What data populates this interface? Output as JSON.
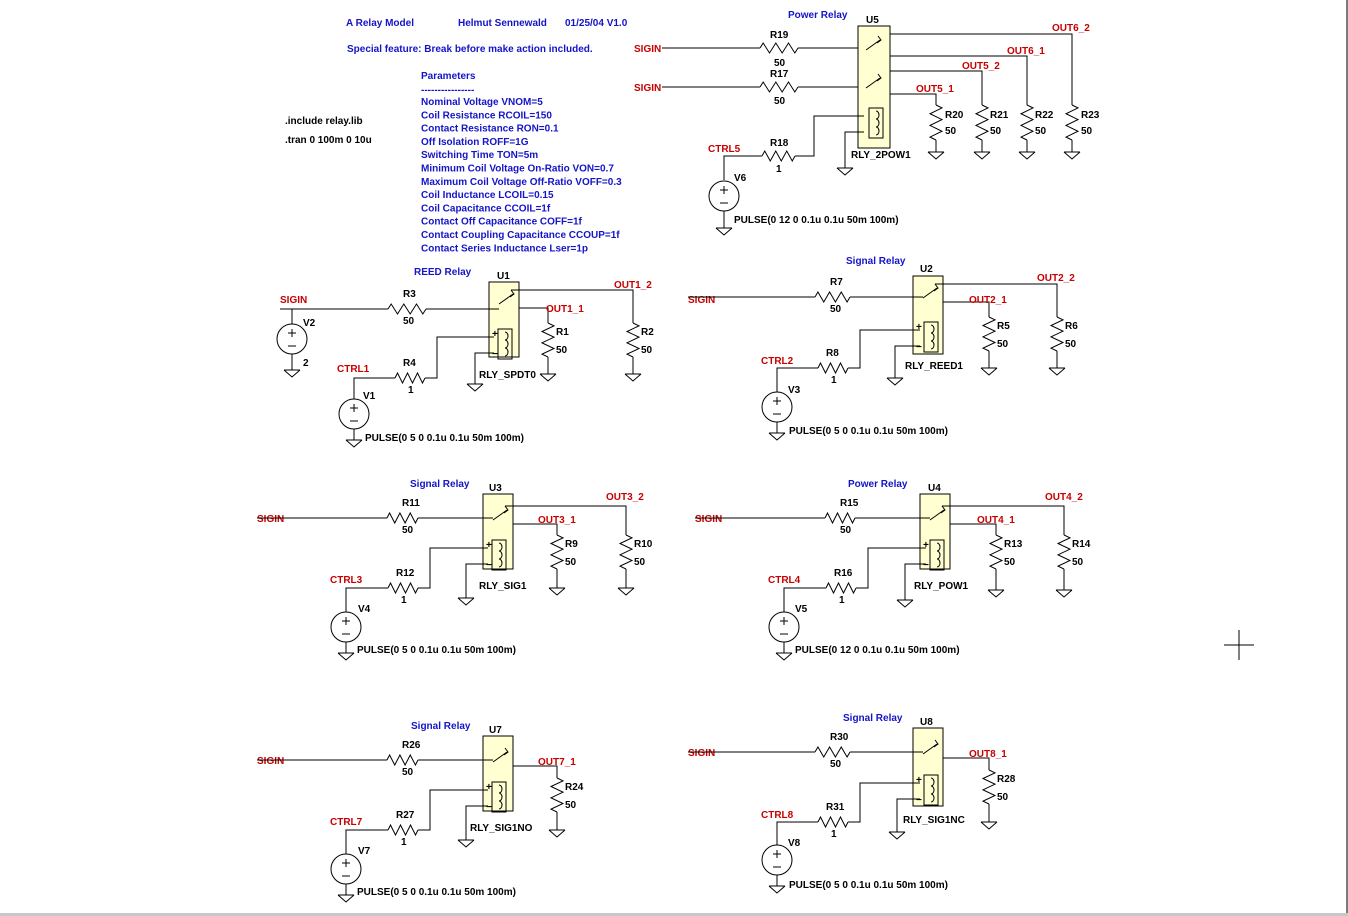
{
  "header": {
    "title": "A Relay Model",
    "author": "Helmut Sennewald",
    "date_version": "01/25/04  V1.0",
    "feature": "Special feature: Break before make action included."
  },
  "directives": [
    ".include relay.lib",
    ".tran 0 100m 0 10u"
  ],
  "parameters": {
    "heading": "Parameters",
    "rule": "----------------",
    "lines": [
      "Nominal Voltage  VNOM=5",
      "Coil Resistance   RCOIL=150",
      "Contact Resistance  RON=0.1",
      "Off Isolation  ROFF=1G",
      " Switching Time  TON=5m",
      "Minimum Coil Voltage On-Ratio  VON=0.7",
      "Maximum Coil Voltage Off-Ratio  VOFF=0.3",
      "Coil Inductance  LCOIL=0.15",
      "Coil Capacitance CCOIL=1f",
      "Contact Off Capacitance  COFF=1f",
      "Contact Coupling Capacitance  CCOUP=1f",
      "Contact Series Inductance  Lser=1p"
    ]
  },
  "circuits": [
    {
      "title": "REED Relay",
      "ref": "U1",
      "model": "RLY_SPDT0",
      "sig_label": "SIGIN",
      "ctrl_label": "CTRL1",
      "rs_ref": "R3",
      "rs_val": "50",
      "rc_ref": "R4",
      "rc_val": "1",
      "v_ref": "V1",
      "v_val": "PULSE(0 5 0 0.1u 0.1u 50m 100m)",
      "out1": "OUT1_1",
      "out2": "OUT1_2",
      "ra_ref": "R1",
      "ra_val": "50",
      "rb_ref": "R2",
      "rb_val": "50",
      "sig_src_ref": "V2",
      "sig_src_val": "2"
    },
    {
      "title": "Signal Relay",
      "ref": "U2",
      "model": "RLY_REED1",
      "sig_label": "SIGIN",
      "ctrl_label": "CTRL2",
      "rs_ref": "R7",
      "rs_val": "50",
      "rc_ref": "R8",
      "rc_val": "1",
      "v_ref": "V3",
      "v_val": "PULSE(0 5 0 0.1u 0.1u 50m 100m)",
      "out1": "OUT2_1",
      "out2": "OUT2_2",
      "ra_ref": "R5",
      "ra_val": "50",
      "rb_ref": "R6",
      "rb_val": "50"
    },
    {
      "title": "Signal Relay",
      "ref": "U3",
      "model": "RLY_SIG1",
      "sig_label": "SIGIN",
      "ctrl_label": "CTRL3",
      "rs_ref": "R11",
      "rs_val": "50",
      "rc_ref": "R12",
      "rc_val": "1",
      "v_ref": "V4",
      "v_val": "PULSE(0 5 0 0.1u 0.1u 50m 100m)",
      "out1": "OUT3_1",
      "out2": "OUT3_2",
      "ra_ref": "R9",
      "ra_val": "50",
      "rb_ref": "R10",
      "rb_val": "50"
    },
    {
      "title": "Power Relay",
      "ref": "U4",
      "model": "RLY_POW1",
      "sig_label": "SIGIN",
      "ctrl_label": "CTRL4",
      "rs_ref": "R15",
      "rs_val": "50",
      "rc_ref": "R16",
      "rc_val": "1",
      "v_ref": "V5",
      "v_val": "PULSE(0 12 0 0.1u 0.1u 50m 100m)",
      "out1": "OUT4_1",
      "out2": "OUT4_2",
      "ra_ref": "R13",
      "ra_val": "50",
      "rb_ref": "R14",
      "rb_val": "50"
    },
    {
      "title": "Signal Relay",
      "ref": "U7",
      "model": "RLY_SIG1NO",
      "sig_label": "SIGIN",
      "ctrl_label": "CTRL7",
      "rs_ref": "R26",
      "rs_val": "50",
      "rc_ref": "R27",
      "rc_val": "1",
      "v_ref": "V7",
      "v_val": "PULSE(0 5 0 0.1u 0.1u 50m 100m)",
      "out1": "OUT7_1",
      "ra_ref": "R24",
      "ra_val": "50"
    },
    {
      "title": "Signal Relay",
      "ref": "U8",
      "model": "RLY_SIG1NC",
      "sig_label": "SIGIN",
      "ctrl_label": "CTRL8",
      "rs_ref": "R30",
      "rs_val": "50",
      "rc_ref": "R31",
      "rc_val": "1",
      "v_ref": "V8",
      "v_val": "PULSE(0 5 0 0.1u 0.1u 50m 100m)",
      "out1": "OUT8_1",
      "ra_ref": "R28",
      "ra_val": "50"
    }
  ],
  "power_relay": {
    "title": "Power Relay",
    "ref": "U5",
    "model": "RLY_2POW1",
    "sig1_label": "SIGIN",
    "sig2_label": "SIGIN",
    "ctrl_label": "CTRL5",
    "r19_ref": "R19",
    "r19_val": "50",
    "r17_ref": "R17",
    "r17_val": "50",
    "r18_ref": "R18",
    "r18_val": "1",
    "v_ref": "V6",
    "v_val": "PULSE(0 12 0 0.1u 0.1u 50m 100m)",
    "out6_2": "OUT6_2",
    "out6_1": "OUT6_1",
    "out5_2": "OUT5_2",
    "out5_1": "OUT5_1",
    "r20_ref": "R20",
    "r20_val": "50",
    "r21_ref": "R21",
    "r21_val": "50",
    "r22_ref": "R22",
    "r22_val": "50",
    "r23_ref": "R23",
    "r23_val": "50"
  },
  "colors": {
    "note": "#1414c8",
    "net_label": "#c80000",
    "wire": "#000000",
    "relay_fill": "#ffffd2"
  }
}
